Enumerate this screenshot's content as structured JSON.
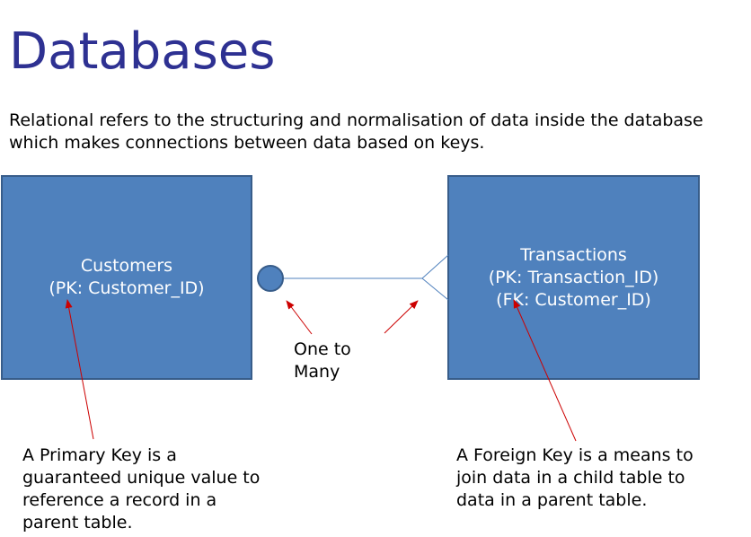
{
  "title": "Databases",
  "intro": "Relational refers to the structuring and normalisation of data inside the database which makes connections between data based on keys.",
  "entities": {
    "customers": {
      "name": "Customers",
      "key": "(PK: Customer_ID)"
    },
    "transactions": {
      "name": "Transactions",
      "pk": "(PK: Transaction_ID)",
      "fk": "(FK: Customer_ID)"
    }
  },
  "relationship": {
    "line1": "One to",
    "line2": "Many"
  },
  "notes": {
    "primary_key": "A Primary Key is a guaranteed unique value to reference a record in a parent table.",
    "foreign_key": "A Foreign Key is a means to join data in a child table to data in a parent table."
  },
  "colors": {
    "title": "#2e3192",
    "box_fill": "#4f81bd",
    "box_border": "#385d8a",
    "arrow": "#cc0000"
  }
}
